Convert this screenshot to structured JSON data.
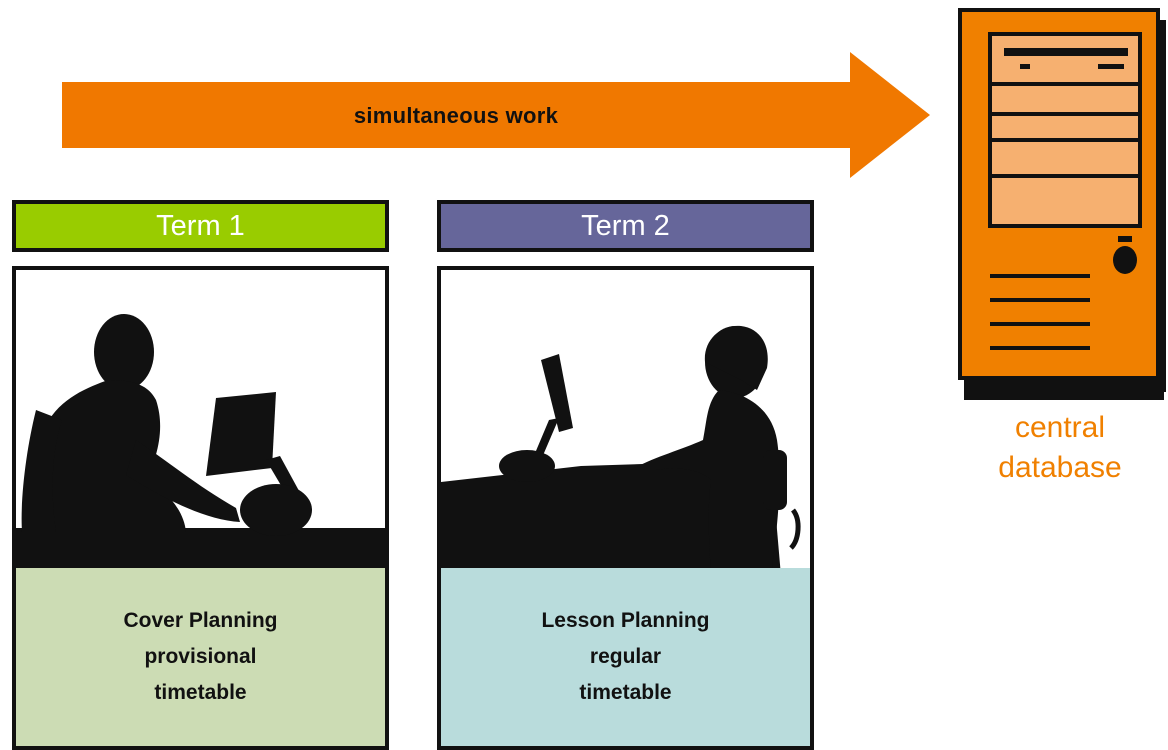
{
  "arrow": {
    "label": "simultaneous work",
    "color": "#f07800"
  },
  "terms": [
    {
      "title": "Term 1",
      "color": "#99cc00",
      "caption": [
        "Cover Planning",
        "provisional",
        "timetable"
      ],
      "caption_bg": "#ccdcb4"
    },
    {
      "title": "Term 2",
      "color": "#66669a",
      "caption": [
        "Lesson Planning",
        "regular",
        "timetable"
      ],
      "caption_bg": "#b9dcdc"
    }
  ],
  "server": {
    "label_line1": "central",
    "label_line2": "database",
    "label_color": "#f08000",
    "body_color": "#f08000"
  }
}
